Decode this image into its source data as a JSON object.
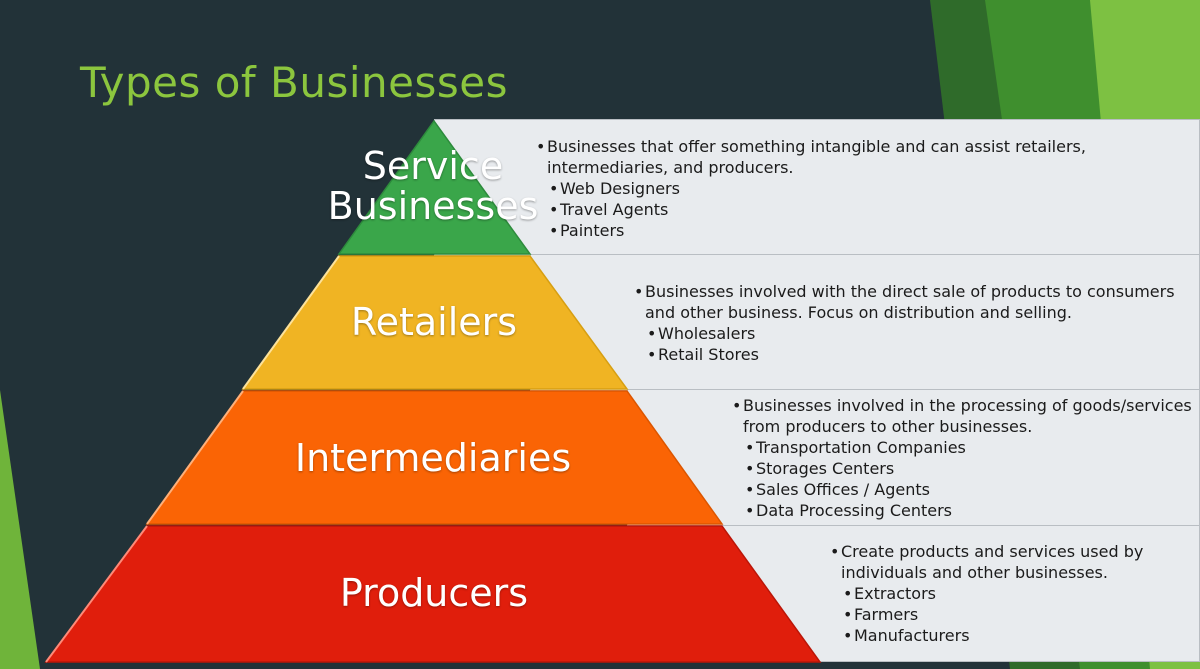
{
  "title": "Types of Businesses",
  "colors": {
    "background": "#223238",
    "title": "#8cc63e",
    "service": "#3aa64a",
    "retailers": "#f0b423",
    "intermediaries": "#fa6405",
    "producers": "#e01e0c",
    "box": "#e8ebee"
  },
  "tiers": [
    {
      "label": "Service Businesses",
      "label_lines": [
        "Service",
        "Businesses"
      ],
      "description": "Businesses that offer something intangible and can assist retailers, intermediaries, and producers.",
      "description_lines": [
        "Businesses that offer something intangible and can assist retailers,",
        "intermediaries, and producers."
      ],
      "examples": [
        "Web Designers",
        "Travel Agents",
        "Painters"
      ]
    },
    {
      "label": "Retailers",
      "description": "Businesses involved with the direct sale of products to consumers and other business. Focus on distribution and selling.",
      "description_lines": [
        "Businesses involved with the direct sale of products to consumers",
        "and other business. Focus on distribution and selling."
      ],
      "examples": [
        "Wholesalers",
        "Retail Stores"
      ]
    },
    {
      "label": "Intermediaries",
      "description": "Businesses involved in the processing of goods/services from producers to other businesses.",
      "description_lines": [
        "Businesses involved in the processing of goods/services",
        "from producers to other businesses."
      ],
      "examples": [
        "Transportation Companies",
        "Storages Centers",
        "Sales Offices / Agents",
        "Data Processing Centers"
      ]
    },
    {
      "label": "Producers",
      "description": "Create products and services used by individuals and other businesses.",
      "description_lines": [
        "Create products and services used by",
        "individuals and other businesses."
      ],
      "examples": [
        "Extractors",
        "Farmers",
        "Manufacturers"
      ]
    }
  ]
}
